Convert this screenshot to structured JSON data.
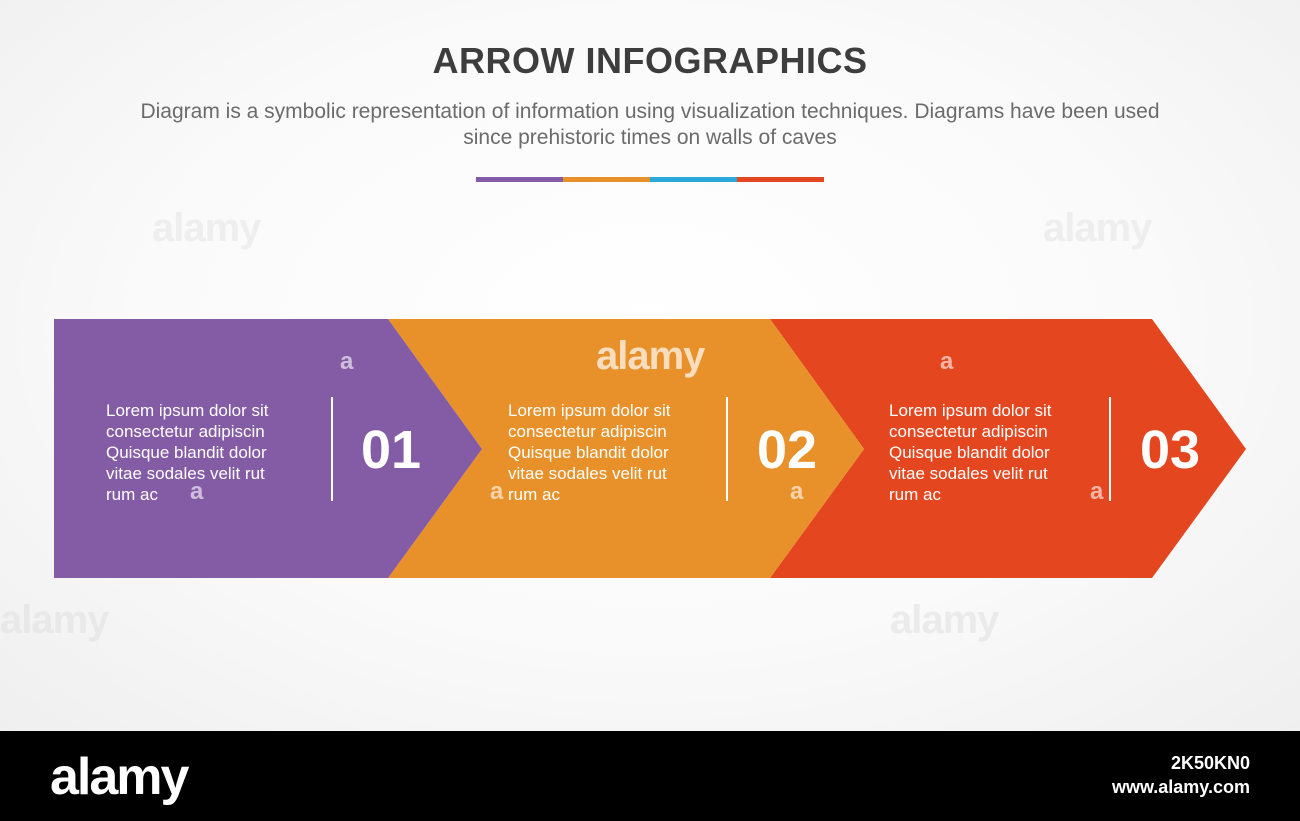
{
  "header": {
    "title": "ARROW INFOGRAPHICS",
    "subtitle_line1": "Diagram is a symbolic representation of information using visualization techniques. Diagrams have been used",
    "subtitle_line2": "since prehistoric times on walls of caves"
  },
  "colors": {
    "purple": "#845ba5",
    "orange": "#e8912a",
    "blue": "#2aa8dc",
    "red": "#e4461f"
  },
  "steps": [
    {
      "number": "01",
      "color": "#845ba5",
      "text_lines": [
        "Lorem ipsum dolor sit",
        "consectetur adipiscin",
        "Quisque blandit dolor",
        "vitae sodales velit rut",
        "rum ac"
      ]
    },
    {
      "number": "02",
      "color": "#e8912a",
      "text_lines": [
        "Lorem ipsum dolor sit",
        "consectetur adipiscin",
        "Quisque blandit dolor",
        "vitae sodales velit rut",
        "rum ac"
      ]
    },
    {
      "number": "03",
      "color": "#e4461f",
      "text_lines": [
        "Lorem ipsum dolor sit",
        "consectetur adipiscin",
        "Quisque blandit dolor",
        "vitae sodales velit rut",
        "rum ac"
      ]
    }
  ],
  "watermark": {
    "logo_text": "alamy",
    "mark": "a"
  },
  "footer": {
    "logo": "alamy",
    "image_id": "2K50KN0",
    "url": "www.alamy.com"
  }
}
